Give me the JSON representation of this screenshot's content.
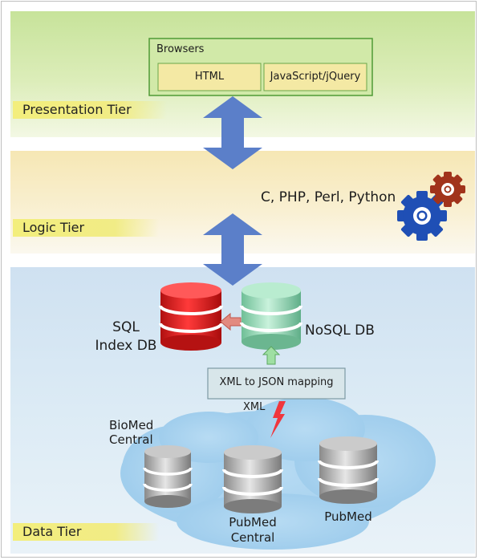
{
  "tiers": {
    "presentation": "Presentation Tier",
    "logic": "Logic Tier",
    "data": "Data Tier"
  },
  "presentation": {
    "container_title": "Browsers",
    "html_box": "HTML",
    "js_box": "JavaScript/jQuery"
  },
  "logic": {
    "languages": "C, PHP, Perl, Python"
  },
  "data": {
    "sql_db_line1": "SQL",
    "sql_db_line2": "Index DB",
    "nosql_db": "NoSQL DB",
    "mapping_box": "XML to JSON mapping",
    "xml_label": "XML",
    "biomed_line1": "BioMed",
    "biomed_line2": "Central",
    "pmc_line1": "PubMed",
    "pmc_line2": "Central",
    "pubmed": "PubMed"
  },
  "colors": {
    "presentation_band": "#cfe6a0",
    "logic_band": "#f7ecc0",
    "data_band": "#d6e6f2",
    "arrow_blue": "#5b7fc9",
    "sql_red": "#e02222",
    "nosql_green": "#8fd9b0",
    "cloud_blue": "#a9d3ef",
    "gear_blue": "#1f4fb5",
    "gear_red": "#a1331b"
  }
}
